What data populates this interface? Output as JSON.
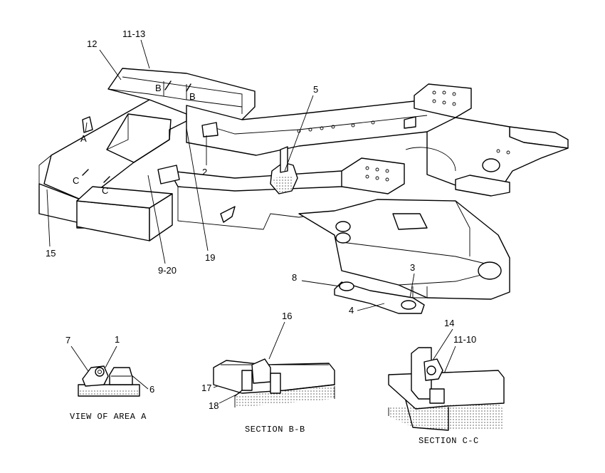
{
  "callouts": {
    "c1": "1",
    "c2": "2",
    "c3": "3",
    "c4": "4",
    "c5": "5",
    "c6": "6",
    "c7": "7",
    "c8": "8",
    "c9_20": "9-20",
    "c11_10": "11-10",
    "c11_13": "11-13",
    "c12": "12",
    "c14": "14",
    "c15": "15",
    "c16": "16",
    "c17": "17",
    "c18": "18",
    "c19": "19"
  },
  "section_marks": {
    "a": "A",
    "b_left": "B",
    "b_right": "B",
    "c_left": "C",
    "c_right": "C"
  },
  "captions": {
    "view_a": "VIEW OF AREA A",
    "section_bb": "SECTION B-B",
    "section_cc": "SECTION C-C"
  }
}
